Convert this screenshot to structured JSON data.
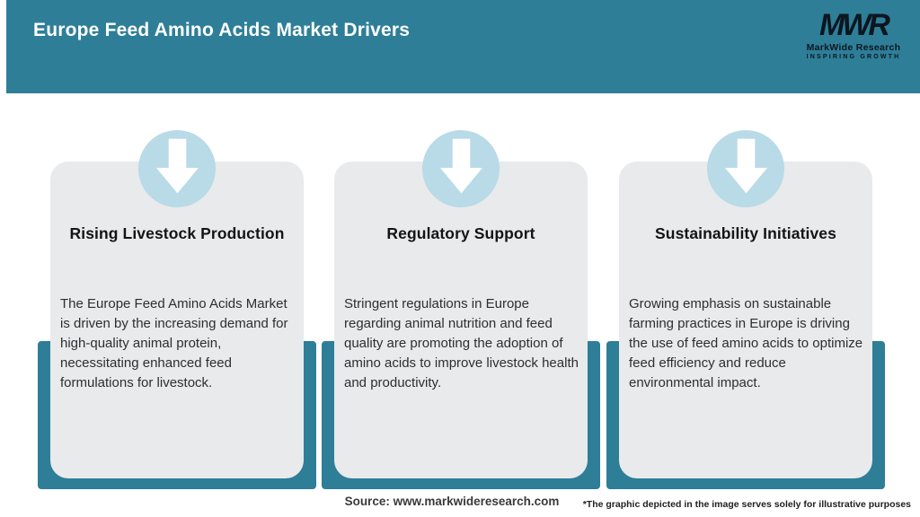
{
  "header": {
    "title": "Europe Feed Amino Acids Market Drivers",
    "logo": {
      "mark": "MWR",
      "name": "MarkWide Research",
      "tagline": "INSPIRING GROWTH"
    }
  },
  "cards": [
    {
      "icon": "down-arrow-icon",
      "title": "Rising Livestock Production",
      "body": "The Europe Feed Amino Acids Market is driven by the increasing demand for high-quality animal protein, necessitating enhanced feed formulations for livestock."
    },
    {
      "icon": "down-arrow-icon",
      "title": "Regulatory Support",
      "body": "Stringent regulations in Europe regarding animal nutrition and feed quality are promoting the adoption of amino acids to improve livestock health and productivity."
    },
    {
      "icon": "down-arrow-icon",
      "title": "Sustainability Initiatives",
      "body": "Growing emphasis on sustainable farming practices in Europe is driving the use of feed amino acids to optimize feed efficiency and reduce environmental impact."
    }
  ],
  "footer": {
    "source": "Source: www.markwideresearch.com",
    "disclaimer": "*The graphic depicted in the image serves solely for illustrative purposes"
  },
  "colors": {
    "header_teal": "#2e7e98",
    "card_background": "#e8eaeb",
    "circle_blue": "#b9dae7",
    "arrow_white": "#ffffff",
    "logo_dark": "#0c1620"
  }
}
